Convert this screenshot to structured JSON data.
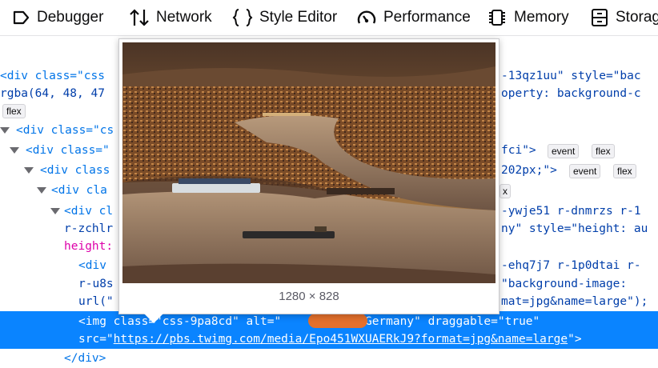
{
  "toolbar": {
    "tabs": [
      {
        "label": "Debugger",
        "icon": "debugger-icon"
      },
      {
        "label": "Network",
        "icon": "network-icon"
      },
      {
        "label": "Style Editor",
        "icon": "style-editor-icon"
      },
      {
        "label": "Performance",
        "icon": "performance-icon"
      },
      {
        "label": "Memory",
        "icon": "memory-icon"
      },
      {
        "label": "Storag",
        "icon": "storage-icon"
      }
    ]
  },
  "markup": {
    "lines": [
      {
        "left": "<div class=\"css",
        "right": "-13qz1uu\" style=\"bac"
      },
      {
        "left": "rgba(64, 48, 47",
        "right": "operty: background-c"
      },
      {
        "left": "<div class=\"cs"
      },
      {
        "left": "<div class=\"",
        "right": "fci\">"
      },
      {
        "left": "<div class",
        "right": "202px;\">"
      },
      {
        "left": "<div cla"
      },
      {
        "left": "<div cl",
        "right": "-ywje51 r-dnmrzs r-1"
      },
      {
        "left": "r-zchlr",
        "right": "ny\" style=\"height: au"
      },
      {
        "left": "height:"
      },
      {
        "left": "<div",
        "right": "-ehq7j7 r-1p0dtai r-"
      },
      {
        "left": "r-u8s",
        "right": "\"background-image:"
      },
      {
        "left": "url(\"",
        "right": "mat=jpg&name=large\");"
      },
      {
        "left": "</div>"
      }
    ],
    "badges": {
      "flex": "flex",
      "event": "event",
      "x_partial": "x"
    },
    "selected": {
      "line1": {
        "tag_open": "<img",
        "attr1": "class",
        "val1": "\"css-9pa8cd\"",
        "attr2": "alt",
        "val2_suffix": ", Germany\"",
        "attr3": "draggable",
        "val3": "\"true\""
      },
      "line2": {
        "attr": "src",
        "link": "https://pbs.twimg.com/media/Epo451WXUAERkJ9?format=jpg&name=large",
        "close": "\">"
      }
    }
  },
  "tooltip": {
    "image_description": "Aerial photo of a river confluence with a town and riverboats, sepia toned",
    "dimensions": "1280 × 828"
  },
  "colors": {
    "selection": "#0a84ff",
    "tag": "#0074e8",
    "attribute": "#dd00a9",
    "value": "#003eaa",
    "redaction": "#e4702c"
  }
}
